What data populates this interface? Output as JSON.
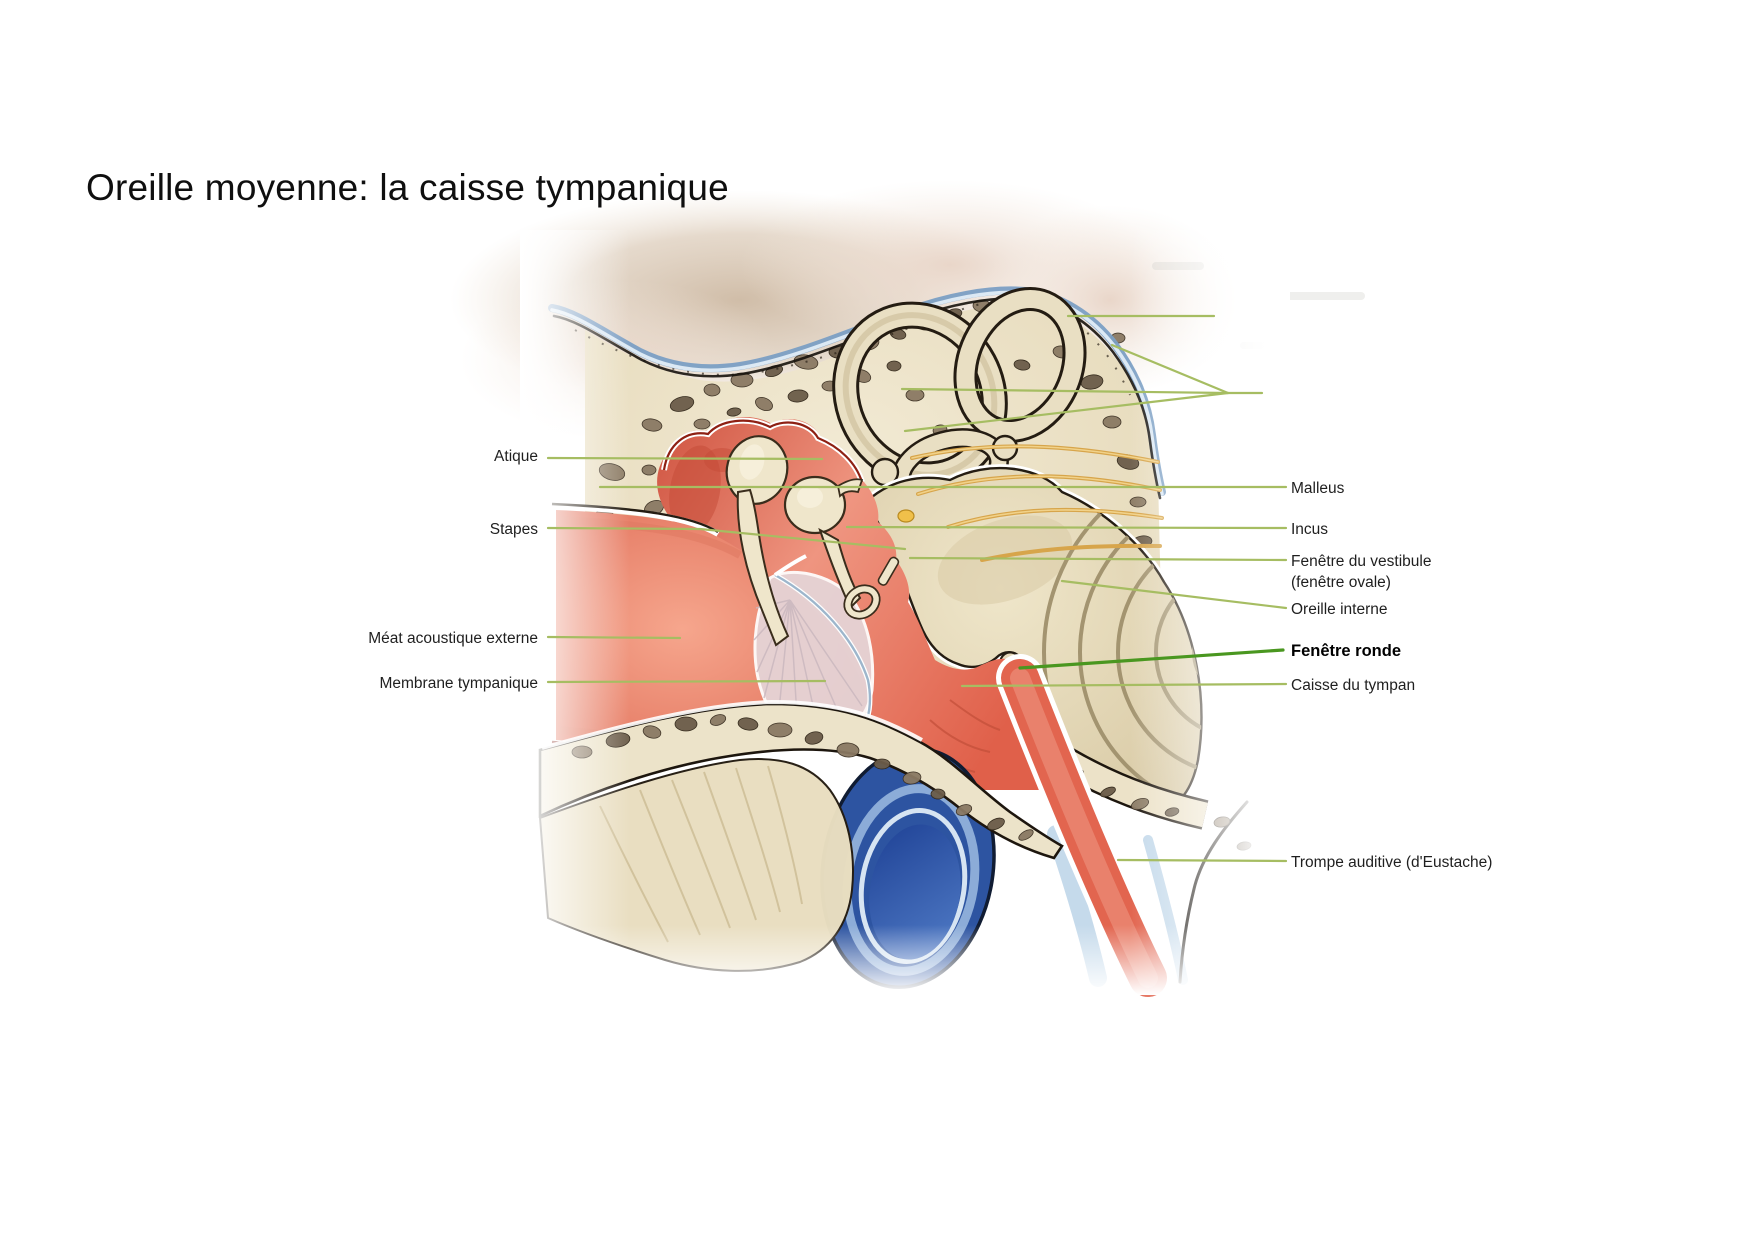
{
  "title": "Oreille moyenne: la caisse tympanique",
  "figure": {
    "type": "anatomical-diagram",
    "subject": "middle ear / tympanic cavity (cross-section)",
    "labels": {
      "atique": "Atique",
      "stapes": "Stapes",
      "meat_acoustique": "Méat acoustique externe",
      "membrane_tympanique": "Membrane tympanique",
      "malleus": "Malleus",
      "incus": "Incus",
      "fenetre_vestibule": "Fenêtre du vestibule\n(fenêtre ovale)",
      "oreille_interne": "Oreille interne",
      "fenetre_ronde": "Fenêtre ronde",
      "caisse_tympan": "Caisse du tympan",
      "trompe_auditive": "Trompe auditive (d'Eustache)"
    },
    "colors": {
      "leader_line": "#a6bd62",
      "accent_leader_line": "#4a9720",
      "title_color": "#0f0f0f",
      "label_color": "#1f1f1f",
      "cavity_red": "#e0604a",
      "bone_cream": "#ece3c9",
      "vein_blue": "#2d54a1",
      "eustachian_blue": "#c5daeb"
    }
  }
}
